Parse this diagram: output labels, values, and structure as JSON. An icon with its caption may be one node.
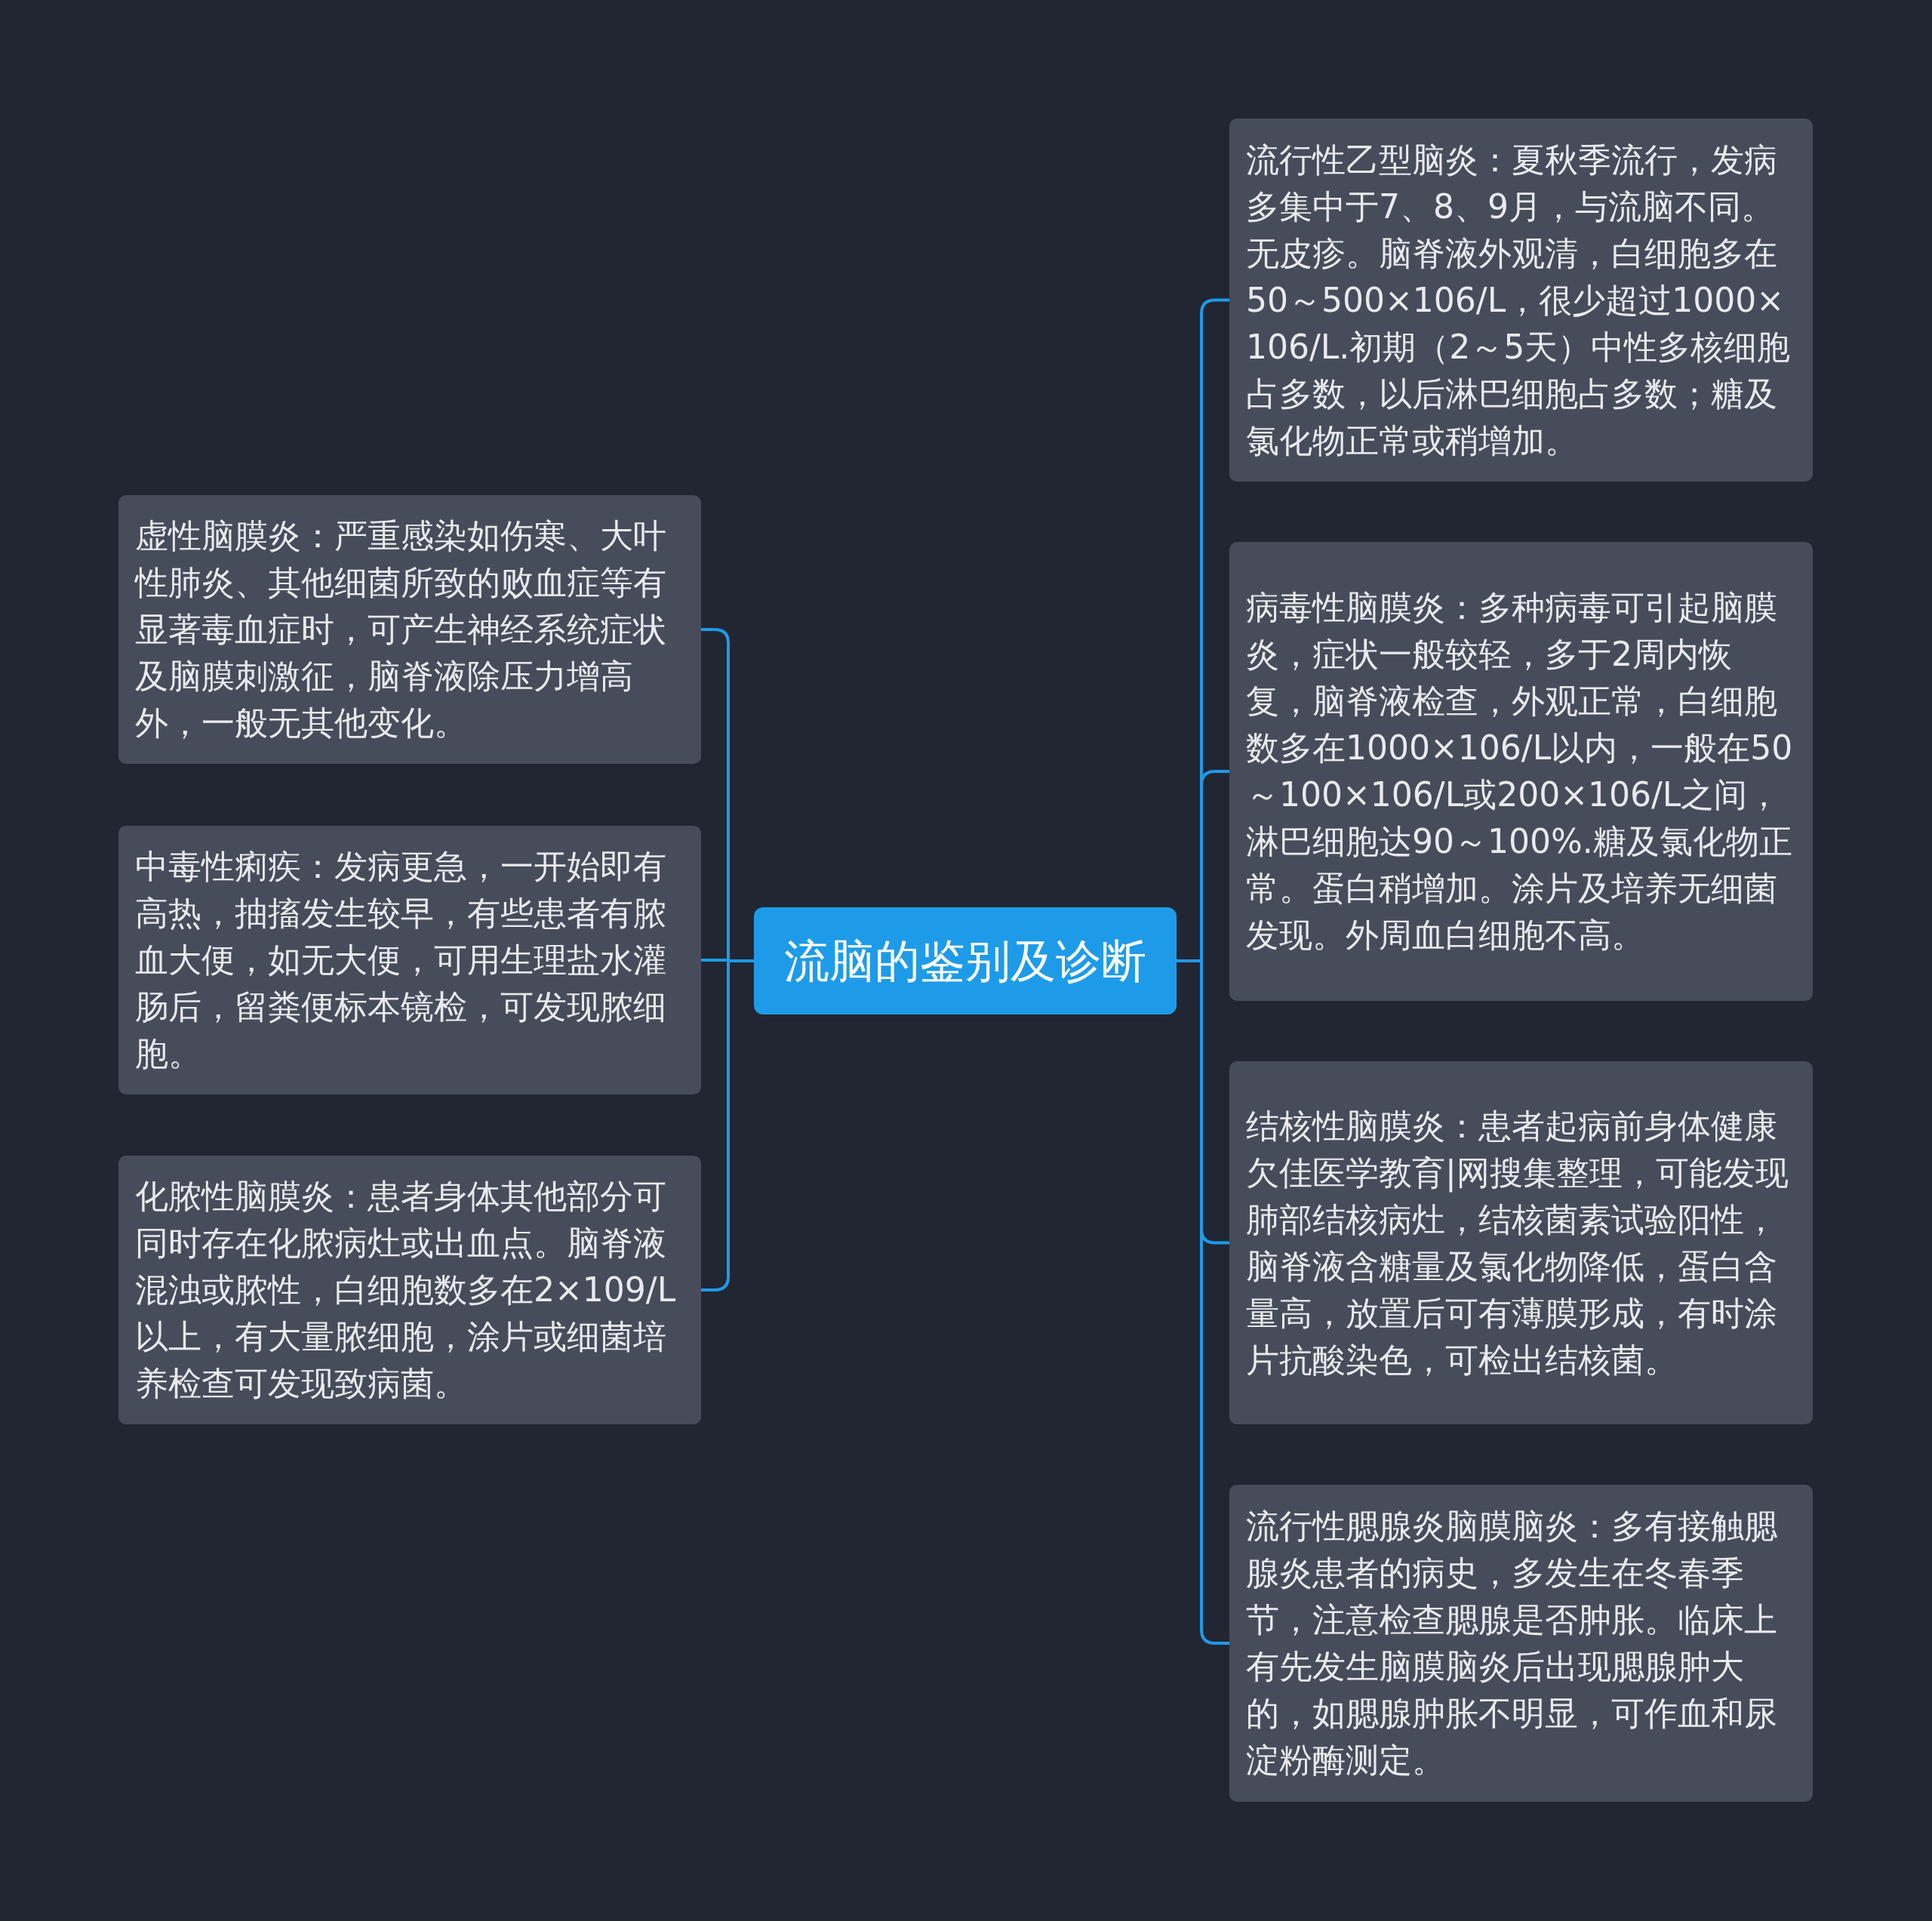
{
  "diagram": {
    "nodes": [
      {
        "text": [
          "流脑的鉴别及诊断"
        ]
      },
      {
        "text": [
          "虚性脑膜炎：严重感染如伤寒、大叶性肺炎、其他细菌所致的败血症等有显著毒血症时，可产生神经系统症状及脑膜刺激征，脑脊液除压力增高外，一般无其他变化。"
        ]
      },
      {
        "text": [
          "中毒性痢疾：发病更急，一开始即有高热，抽搐发生较早，有些患者有脓血大便，如无大便，可用生理盐水灌肠后，留粪便标本镜检，可发现脓细胞。"
        ]
      },
      {
        "text": [
          "化脓性脑膜炎：患者身体其他部分可同时存在化脓病灶或出血点。脑脊液混浊或脓性，白细胞数多在2×109/L以上，有大量脓细胞，涂片或细菌培养检查可发现致病菌。"
        ]
      },
      {
        "text": [
          "流行性乙型脑炎：夏秋季流行，发病多集中于7、8、9月，与流脑不同。无皮疹。脑脊液外观清，白细胞多在50～500×106/L，很少超过1000×106/L.初期（2～5天）中性多核细胞占多数，以后淋巴细胞占多数；糖及氯化物正常或稍增加。"
        ]
      },
      {
        "text": [
          "病毒性脑膜炎：多种病毒可引起脑膜炎，症状一般较轻，多于2周内恢复，脑脊液检查，外观正常，白细胞数多在1000×106/L以内，一般在50～100×106/L或200×106/L之间，淋巴细胞达90～100%.糖及氯化物正常。蛋白稍增加。涂片及培养无细菌发现。外周血白细胞不高。"
        ]
      },
      {
        "text": [
          "结核性脑膜炎：患者起病前身体健康欠佳医学教育|网搜集整理，可能发现肺部结核病灶，结核菌素试验阳性，脑脊液含糖量及氯化物降低，蛋白含量高，放置后可有薄膜形成，有时涂片抗酸染色，可检出结核菌。"
        ]
      },
      {
        "text": [
          "流行性腮腺炎脑膜脑炎：多有接触腮腺炎患者的病史，多发生在冬春季节，注意检查腮腺是否肿胀。临床上有先发生脑膜脑炎后出现腮腺肿大的，如腮腺肿胀不明显，可作血和尿淀粉酶测定。"
        ]
      }
    ],
    "edges": [
      {
        "from": 0,
        "to": 1,
        "arrow": "none"
      },
      {
        "from": 0,
        "to": 2,
        "arrow": "none"
      },
      {
        "from": 0,
        "to": 3,
        "arrow": "none"
      },
      {
        "from": 0,
        "to": 4,
        "arrow": "none"
      },
      {
        "from": 0,
        "to": 5,
        "arrow": "none"
      },
      {
        "from": 0,
        "to": 6,
        "arrow": "none"
      },
      {
        "from": 0,
        "to": 7,
        "arrow": "none"
      }
    ]
  }
}
